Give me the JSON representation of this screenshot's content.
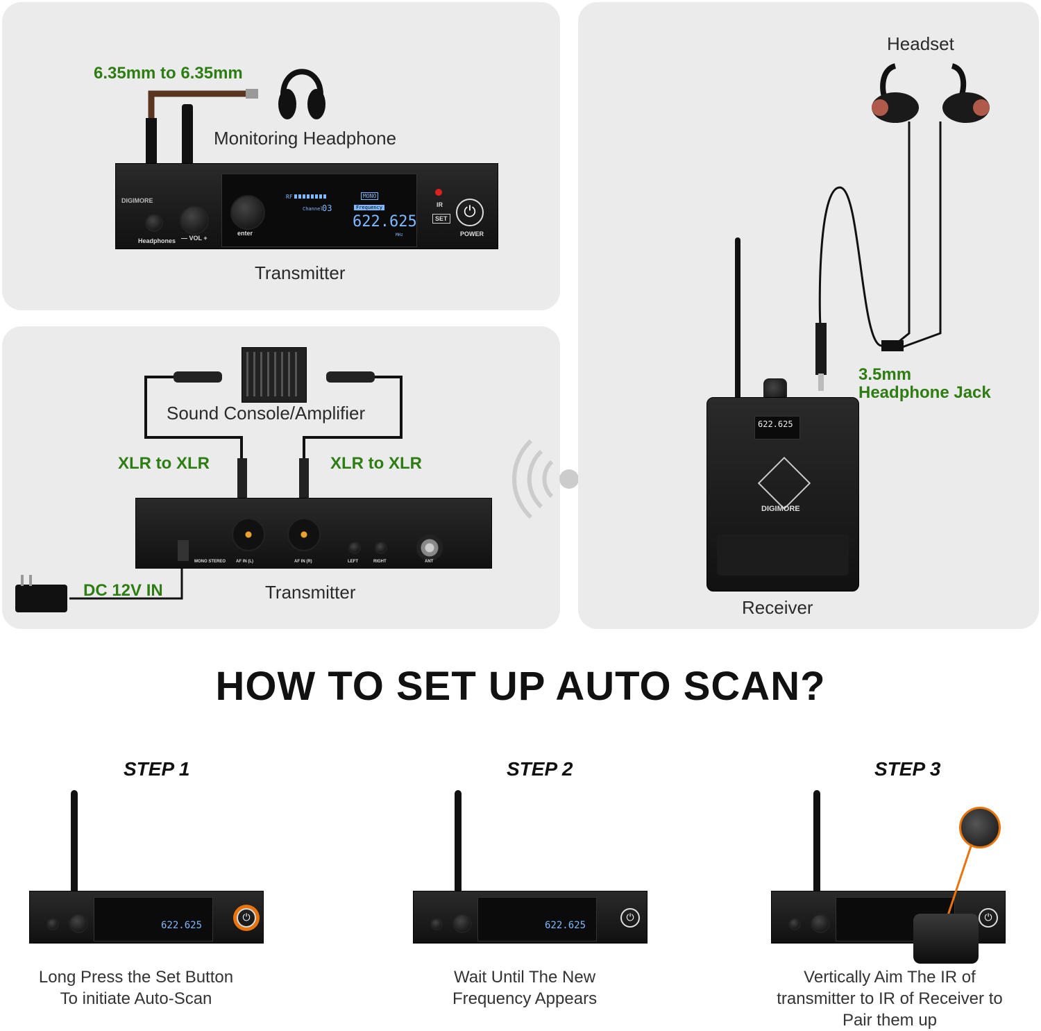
{
  "diagram": {
    "panel1": {
      "cable_label": "6.35mm to 6.35mm",
      "headphone_label": "Monitoring Headphone",
      "device_label": "Transmitter",
      "front": {
        "brand": "DIGIMORE",
        "headphones_label": "Headphones",
        "vol_label": "— VOL +",
        "enter_label": "enter",
        "rf_label": "RF",
        "mode_label": "MONO",
        "channel_label": "Channel",
        "channel_value": "03",
        "freq_label": "Frequency",
        "freq_value": "622.625",
        "unit_label": "MHz",
        "ir_label": "IR",
        "set_label": "SET",
        "power_label": "POWER"
      }
    },
    "panel2": {
      "console_label": "Sound Console/Amplifier",
      "xlr_left_label": "XLR to XLR",
      "xlr_right_label": "XLR to XLR",
      "dc_label": "DC 12V IN",
      "device_label": "Transmitter",
      "back": {
        "mode_switch": "MONO STEREO",
        "af_in_l": "AF IN (L)",
        "af_in_r": "AF IN (R)",
        "left": "LEFT",
        "right": "RIGHT",
        "ant": "ANT"
      }
    },
    "panel3": {
      "headset_label": "Headset",
      "jack_label_line1": "3.5mm",
      "jack_label_line2": "Headphone Jack",
      "receiver_label": "Receiver",
      "receiver_freq": "622.625",
      "receiver_brand": "DIGIMORE"
    }
  },
  "heading": "HOW TO SET UP AUTO SCAN?",
  "steps": [
    {
      "title": "STEP 1",
      "caption_lines": [
        "Long Press the Set Button",
        "To initiate Auto-Scan"
      ]
    },
    {
      "title": "STEP 2",
      "caption_lines": [
        "Wait Until The New",
        "Frequency Appears"
      ]
    },
    {
      "title": "STEP 3",
      "caption_lines": [
        "Vertically Aim The IR of",
        "transmitter to IR of Receiver to",
        "Pair them up"
      ]
    }
  ],
  "colors": {
    "label_green": "#2d7d12",
    "highlight_orange": "#e8740c",
    "panel_gray": "#ebebeb",
    "lcd_blue": "#7fb9ff"
  }
}
